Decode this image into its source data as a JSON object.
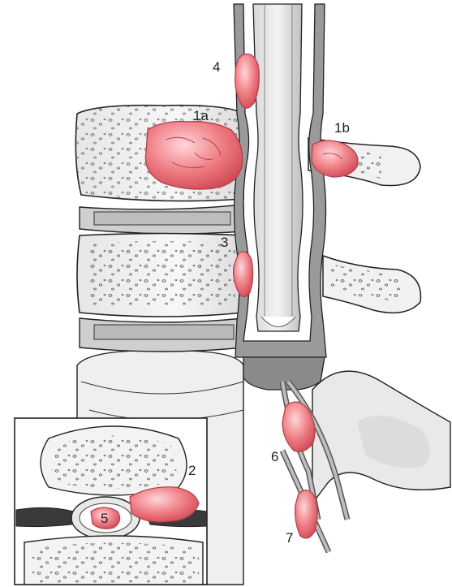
{
  "figure": {
    "labels": {
      "l1a": "1a",
      "l1b": "1b",
      "l2": "2",
      "l3": "3",
      "l4": "4",
      "l5": "5",
      "l6": "6",
      "l7": "7"
    },
    "colors": {
      "tumor": "#ef7f86",
      "tumor_dark": "#d24a55",
      "bone": "#f3f3f3",
      "disc": "#c9c9c9",
      "sac": "#8c8c8c",
      "outline": "#222222"
    }
  }
}
